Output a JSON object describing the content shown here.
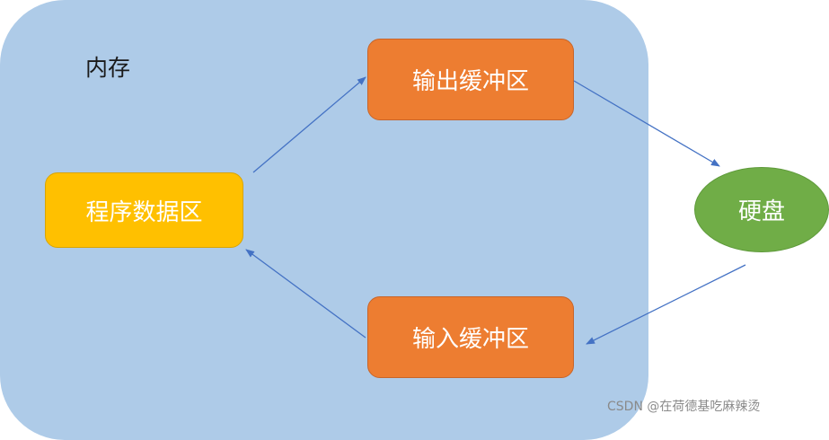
{
  "diagram": {
    "container": {
      "label": "内存",
      "color": "#AECBE8"
    },
    "nodes": [
      {
        "id": "program_data",
        "label": "程序数据区",
        "color": "#FFC000"
      },
      {
        "id": "output_buffer",
        "label": "输出缓冲区",
        "color": "#ED7D31"
      },
      {
        "id": "input_buffer",
        "label": "输入缓冲区",
        "color": "#ED7D31"
      },
      {
        "id": "disk",
        "label": "硬盘",
        "color": "#70AD47"
      }
    ],
    "edges": [
      {
        "from": "程序数据区",
        "to": "输出缓冲区"
      },
      {
        "from": "输出缓冲区",
        "to": "硬盘"
      },
      {
        "from": "硬盘",
        "to": "输入缓冲区"
      },
      {
        "from": "输入缓冲区",
        "to": "程序数据区"
      }
    ],
    "arrow_color": "#4472C4"
  },
  "watermark": "CSDN @在荷德基吃麻辣烫"
}
